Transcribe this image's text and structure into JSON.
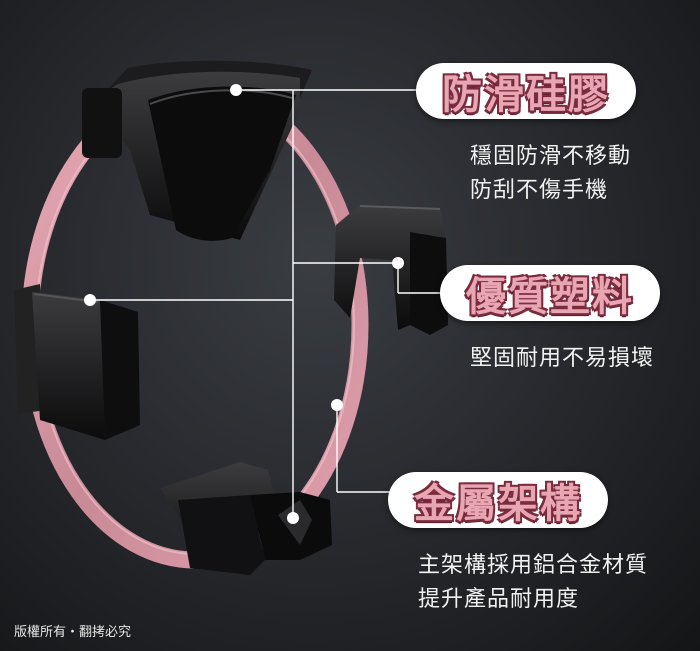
{
  "features": [
    {
      "title": "防滑硅膠",
      "lines": [
        "穩固防滑不移動",
        "防刮不傷手機"
      ]
    },
    {
      "title": "優質塑料",
      "lines": [
        "堅固耐用不易損壞"
      ]
    },
    {
      "title": "金屬架構",
      "lines": [
        "主架構採用鋁合金材質",
        "提升產品耐用度"
      ]
    }
  ],
  "copyright": "版權所有・翻拷必究",
  "colors": {
    "ring": "#d99aa6",
    "title_text": "#e8a6b3",
    "title_outline": "#7a2b3d",
    "background": "#2a2c30"
  }
}
